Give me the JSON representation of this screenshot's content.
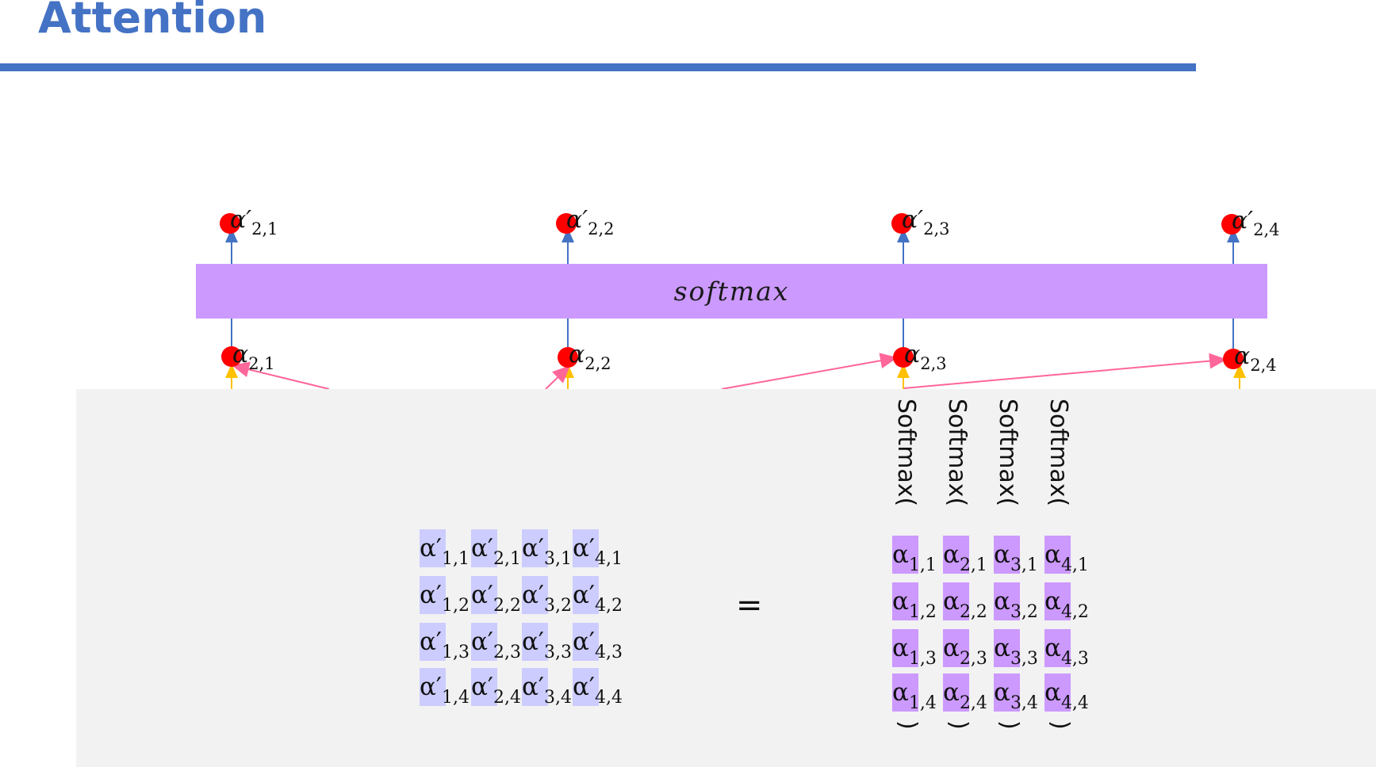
{
  "title": "Attention",
  "softmax_label": "softmax",
  "top_outputs": [
    {
      "sym": "α′",
      "sub": "2,1"
    },
    {
      "sym": "α′",
      "sub": "2,2"
    },
    {
      "sym": "α′",
      "sub": "2,3"
    },
    {
      "sym": "α′",
      "sub": "2,4"
    }
  ],
  "mid_inputs": [
    {
      "sym": "α",
      "sub": "2,1"
    },
    {
      "sym": "α",
      "sub": "2,2"
    },
    {
      "sym": "α",
      "sub": "2,3"
    },
    {
      "sym": "α",
      "sub": "2,4"
    }
  ],
  "equals_sign": "=",
  "softmax_word": "Softmax(",
  "close_paren": ")",
  "left_matrix": [
    [
      {
        "sym": "α′",
        "sub": "1,1"
      },
      {
        "sym": "α′",
        "sub": "2,1"
      },
      {
        "sym": "α′",
        "sub": "3,1"
      },
      {
        "sym": "α′",
        "sub": "4,1"
      }
    ],
    [
      {
        "sym": "α′",
        "sub": "1,2"
      },
      {
        "sym": "α′",
        "sub": "2,2"
      },
      {
        "sym": "α′",
        "sub": "3,2"
      },
      {
        "sym": "α′",
        "sub": "4,2"
      }
    ],
    [
      {
        "sym": "α′",
        "sub": "1,3"
      },
      {
        "sym": "α′",
        "sub": "2,3"
      },
      {
        "sym": "α′",
        "sub": "3,3"
      },
      {
        "sym": "α′",
        "sub": "4,3"
      }
    ],
    [
      {
        "sym": "α′",
        "sub": "1,4"
      },
      {
        "sym": "α′",
        "sub": "2,4"
      },
      {
        "sym": "α′",
        "sub": "3,4"
      },
      {
        "sym": "α′",
        "sub": "4,4"
      }
    ]
  ],
  "right_matrix": [
    [
      {
        "sym": "α",
        "sub": "1,1"
      },
      {
        "sym": "α",
        "sub": "2,1"
      },
      {
        "sym": "α",
        "sub": "3,1"
      },
      {
        "sym": "α",
        "sub": "4,1"
      }
    ],
    [
      {
        "sym": "α",
        "sub": "1,2"
      },
      {
        "sym": "α",
        "sub": "2,2"
      },
      {
        "sym": "α",
        "sub": "3,2"
      },
      {
        "sym": "α",
        "sub": "4,2"
      }
    ],
    [
      {
        "sym": "α",
        "sub": "1,3"
      },
      {
        "sym": "α",
        "sub": "2,3"
      },
      {
        "sym": "α",
        "sub": "3,3"
      },
      {
        "sym": "α",
        "sub": "4,3"
      }
    ],
    [
      {
        "sym": "α",
        "sub": "1,4"
      },
      {
        "sym": "α",
        "sub": "2,4"
      },
      {
        "sym": "α",
        "sub": "3,4"
      },
      {
        "sym": "α",
        "sub": "4,4"
      }
    ]
  ],
  "colors": {
    "title": "#4472c4",
    "softmax_bar": "#cc99ff",
    "node": "#ff0000",
    "blue_arrow": "#4472c4",
    "pink_arrow": "#ff6699",
    "yellow_arrow": "#ffc000",
    "panel_bg": "#f2f2f2",
    "left_highlight": "#ccccff",
    "right_highlight": "#cc99ff"
  }
}
